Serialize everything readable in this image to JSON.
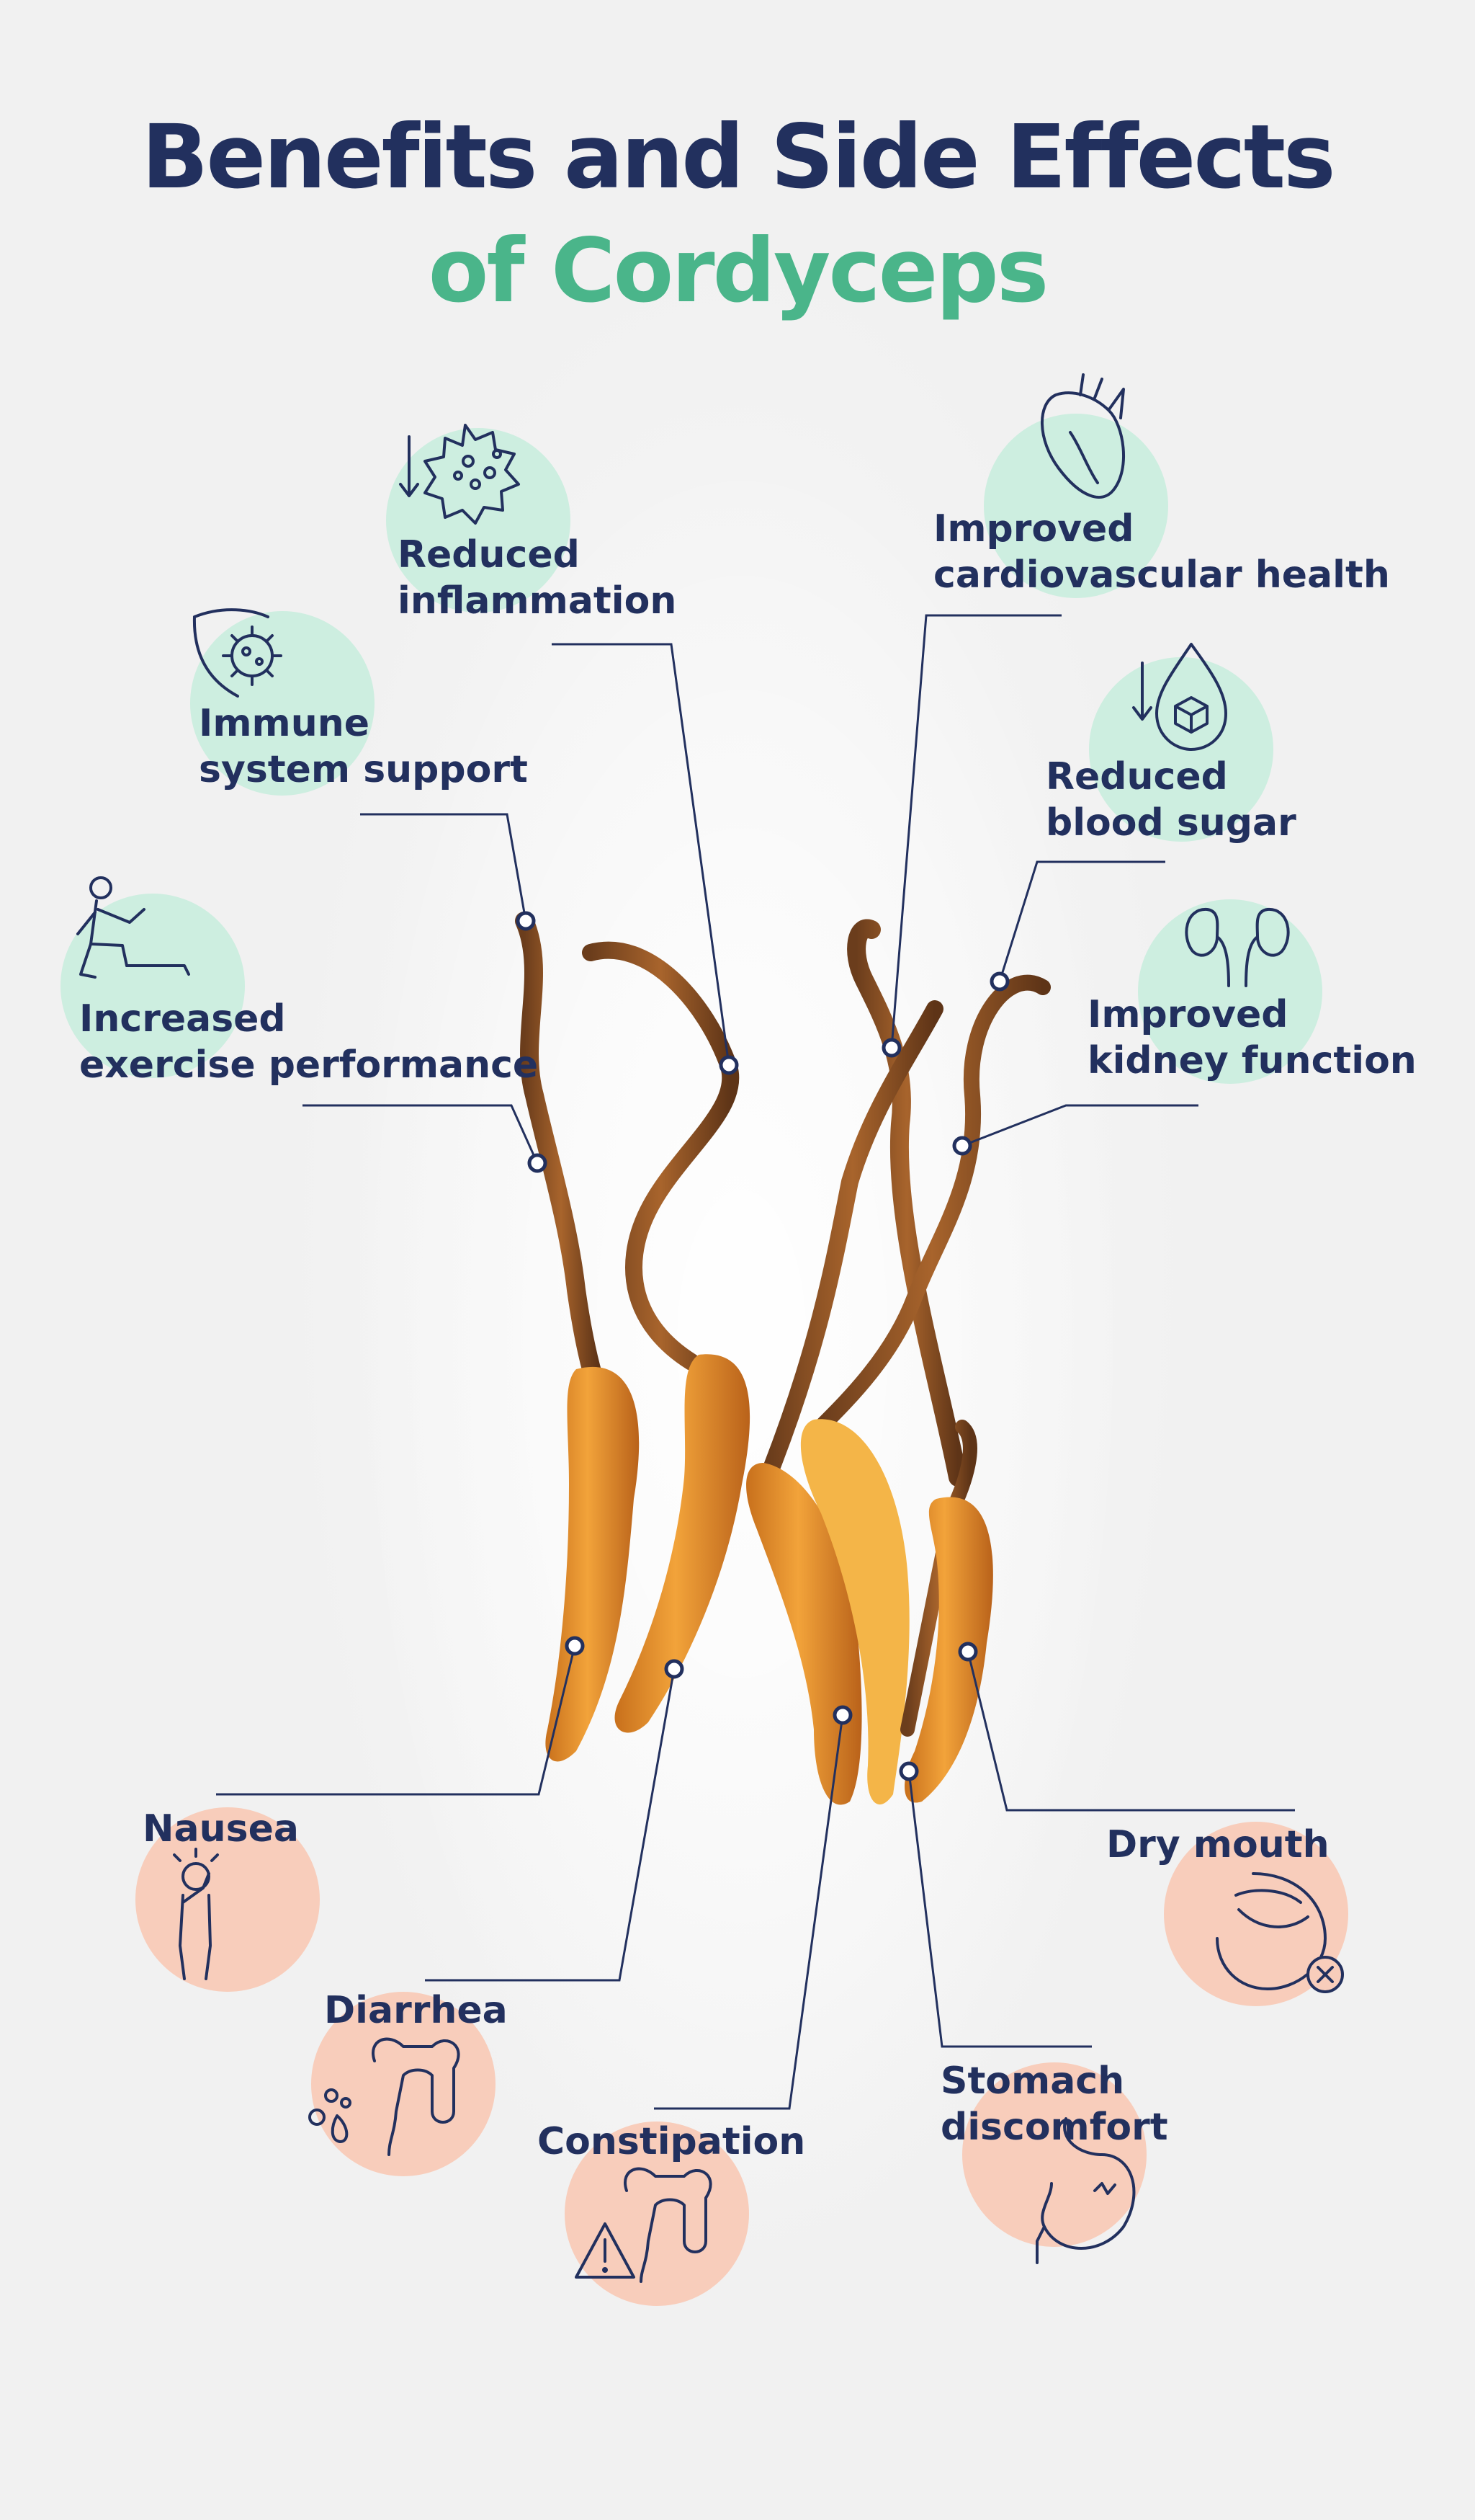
{
  "title": {
    "line1": "Benefits and Side Effects",
    "line2": "of Cordyceps"
  },
  "colors": {
    "navy": "#22305e",
    "green": "#4ab58a",
    "benefit_circle": "#cdeee0",
    "side_effect_circle": "#f8cdbb",
    "background": "#f1f1f1"
  },
  "benefits": [
    {
      "icon": "inflammation-cell-icon",
      "lines": [
        "Reduced",
        "inflammation"
      ]
    },
    {
      "icon": "virus-shield-icon",
      "lines": [
        "Immune",
        "system support"
      ]
    },
    {
      "icon": "runner-icon",
      "lines": [
        "Increased",
        "exercise performance"
      ]
    },
    {
      "icon": "heart-icon",
      "lines": [
        "Improved",
        "cardiovascular health"
      ]
    },
    {
      "icon": "sugar-drop-icon",
      "lines": [
        "Reduced",
        "blood sugar"
      ]
    },
    {
      "icon": "kidneys-icon",
      "lines": [
        "Improved",
        "kidney function"
      ]
    }
  ],
  "side_effects": [
    {
      "icon": "nausea-person-icon",
      "lines": [
        "Nausea"
      ]
    },
    {
      "icon": "intestine-drops-icon",
      "lines": [
        "Diarrhea"
      ]
    },
    {
      "icon": "intestine-warning-icon",
      "lines": [
        "Constipation"
      ]
    },
    {
      "icon": "stomach-icon",
      "lines": [
        "Stomach",
        "discomfort"
      ]
    },
    {
      "icon": "dry-mouth-icon",
      "lines": [
        "Dry mouth"
      ]
    }
  ]
}
